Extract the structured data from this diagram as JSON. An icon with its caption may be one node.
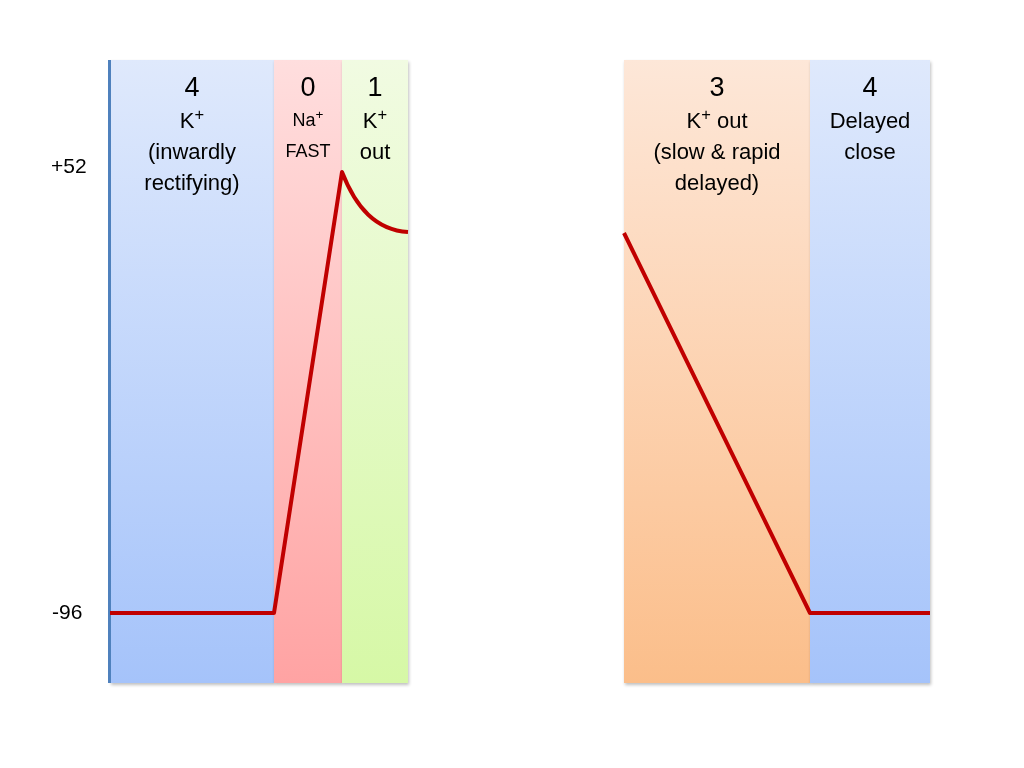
{
  "diagram": {
    "nodes": [
      {
        "text": [
          "4",
          "K$^{+}$ (inwardly rectifying)"
        ]
      },
      {
        "text": [
          "0",
          "Na$^{+}$ FAST"
        ]
      },
      {
        "text": [
          "1",
          "K$^{+}$ out"
        ]
      },
      {
        "text": [
          "3",
          "K$^{+}$ out",
          "(slow & rapid delayed)"
        ]
      },
      {
        "text": [
          "4",
          "Delayed close"
        ]
      }
    ],
    "labels": [
      "+52",
      "-96"
    ]
  }
}
